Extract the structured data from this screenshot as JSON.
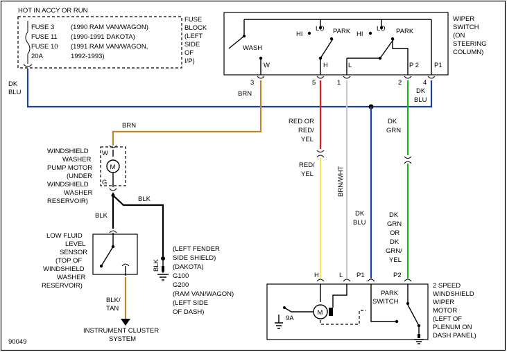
{
  "fuse_block": {
    "header": "HOT IN ACCY OR RUN",
    "fuses": [
      {
        "name": "FUSE 3",
        "desc": "(1990 RAM VAN/WAGON)"
      },
      {
        "name": "FUSE 11",
        "desc": "(1990-1991 DAKOTA)"
      },
      {
        "name": "FUSE 10",
        "desc": "(1991 RAM VAN/WAGON,"
      }
    ],
    "fuse_rating": "20A",
    "desc_cont": "1992-1993)",
    "label": [
      "FUSE",
      "BLOCK",
      "(LEFT",
      "SIDE",
      "OF",
      "I/P)"
    ]
  },
  "wiper_switch": {
    "label": [
      "WIPER",
      "SWITCH",
      "(ON",
      "STEERING",
      "COLUMN)"
    ],
    "positions": {
      "hi_left": "HI",
      "lo_left": "LO",
      "park_left": "PARK",
      "hi_right": "HI",
      "lo_right": "LO",
      "park_right": "PARK",
      "wash": "WASH"
    },
    "terminals": {
      "w": "W",
      "h": "H",
      "l": "L",
      "p2": "P 2",
      "p1": "P1"
    },
    "pins": {
      "pin3": "3",
      "pin5": "5",
      "pin1": "1",
      "pin2": "2",
      "pin4": "4"
    }
  },
  "wires": {
    "dk_blu_top": [
      "DK",
      "BLU"
    ],
    "brn_top": "BRN",
    "brn_pump": "BRN",
    "red_top": [
      "RED OR",
      "RED/",
      "YEL"
    ],
    "red_yel": [
      "RED/",
      "YEL"
    ],
    "brn_wht": "BRN/WHT",
    "dk_grn_top": [
      "DK",
      "GRN"
    ],
    "dk_blu_right": [
      "DK",
      "BLU"
    ],
    "dk_blu_mid": [
      "DK",
      "BLU"
    ],
    "dk_grn_lower": [
      "DK",
      "GRN",
      "OR",
      "DK",
      "GRN/",
      "YEL"
    ],
    "blk_top": "BLK",
    "blk_left": "BLK",
    "blk_vertical": "BLK",
    "blk_tan": [
      "BLK/",
      "TAN"
    ]
  },
  "pump_motor": {
    "label": [
      "WINDSHIELD",
      "WASHER",
      "PUMP MOTOR",
      "(UNDER",
      "WINDSHIELD",
      "WASHER",
      "RESERVOIR)"
    ],
    "term_w": "W",
    "term_g": "G",
    "symbol": "M"
  },
  "fluid_sensor": {
    "label": [
      "LOW FLUID",
      "LEVEL",
      "SENSOR",
      "(TOP OF",
      "WINDSHIELD",
      "WASHER",
      "RESERVOIR)"
    ]
  },
  "ground": {
    "label": [
      "(LEFT FENDER",
      "SIDE SHIELD)",
      "(DAKOTA)",
      "G100",
      "G200",
      "(RAM VAN/WAGON)",
      "(LEFT SIDE",
      "OF DASH)"
    ]
  },
  "instrument_cluster": [
    "INSTRUMENT CLUSTER",
    "SYSTEM"
  ],
  "wiper_motor": {
    "label": [
      "2 SPEED",
      "WINDSHIELD",
      "WIPER",
      "MOTOR",
      "(LEFT OF",
      "PLENUM ON",
      "DASH PANEL)"
    ],
    "terms": {
      "h": "H",
      "l": "L",
      "p1": "P1",
      "p2": "P2"
    },
    "park_switch": [
      "PARK",
      "SWITCH"
    ],
    "symbol": "M",
    "ground_ref": "9A"
  },
  "figure_id": "90049",
  "colors": {
    "dk_blu": "#1e3f9a",
    "brn": "#b8862e",
    "red": "#e01b1b",
    "yellow": "#f4ea57",
    "brn_wht": "#c8c8c8",
    "dk_grn": "#22b022",
    "blk": "#000000"
  }
}
